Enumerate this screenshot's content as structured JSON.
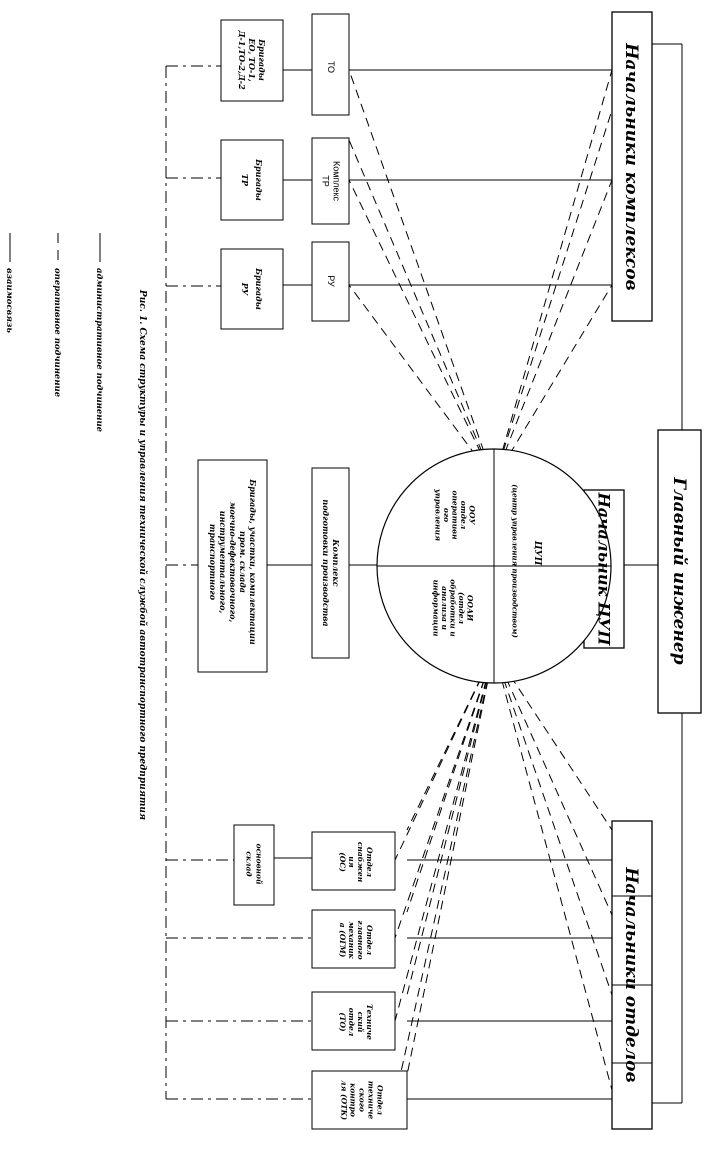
{
  "chief_engineer": "Главный инженер",
  "head_cup": "Начальник ЦУП",
  "heads_complexes": "Начальники комплексов",
  "heads_departments": "Начальники отделов",
  "cup": {
    "title": "ЦУП",
    "subtitle": "(центр управления производством)",
    "left": [
      "ООУ",
      "отдел",
      "оперативн",
      "ого",
      "управления"
    ],
    "right": [
      "ООАИ",
      "(отдел",
      "обработки и",
      "анализа и",
      "информации"
    ]
  },
  "complexes": [
    {
      "lines": [
        "ТО"
      ],
      "brigades": [
        "Бригады",
        "ЕО, ТО-1,",
        "Д-1,ТО-2,Д-2"
      ]
    },
    {
      "lines": [
        "Комплекс",
        "ТР"
      ],
      "brigades": [
        "Бригады",
        "ТР"
      ]
    },
    {
      "lines": [
        "РУ"
      ],
      "brigades": [
        "Бригады",
        "РУ"
      ]
    }
  ],
  "prep": {
    "lines": [
      "Комплекс",
      "подготовки производства"
    ],
    "brigades": [
      "Бригады, участки, комплектации",
      "пром. склада",
      "моечно-дефектовочного,",
      "инструментального,",
      "транспортного"
    ]
  },
  "departments": [
    {
      "lines": [
        "Отдел",
        "снабжен",
        "ия",
        "(ОС)"
      ],
      "extra": [
        "основной",
        "склад"
      ]
    },
    {
      "lines": [
        "Отдел",
        "главного",
        "механик",
        "а (ОГМ)"
      ]
    },
    {
      "lines": [
        "Техниче",
        "ский",
        "отдел",
        "(ТО)"
      ]
    },
    {
      "lines": [
        "Отдел",
        "техниче",
        "ского",
        "контро",
        "ля (ОТК)"
      ]
    }
  ],
  "caption": "Рис. 1. Схема структуры и управления технической службой автотранспортного предприятия",
  "legend": [
    {
      "style": "solid",
      "label": "административное подчинение"
    },
    {
      "style": "dashed",
      "label": "оперативное подчинение"
    },
    {
      "style": "solid",
      "label": "взаимосвязь"
    }
  ]
}
